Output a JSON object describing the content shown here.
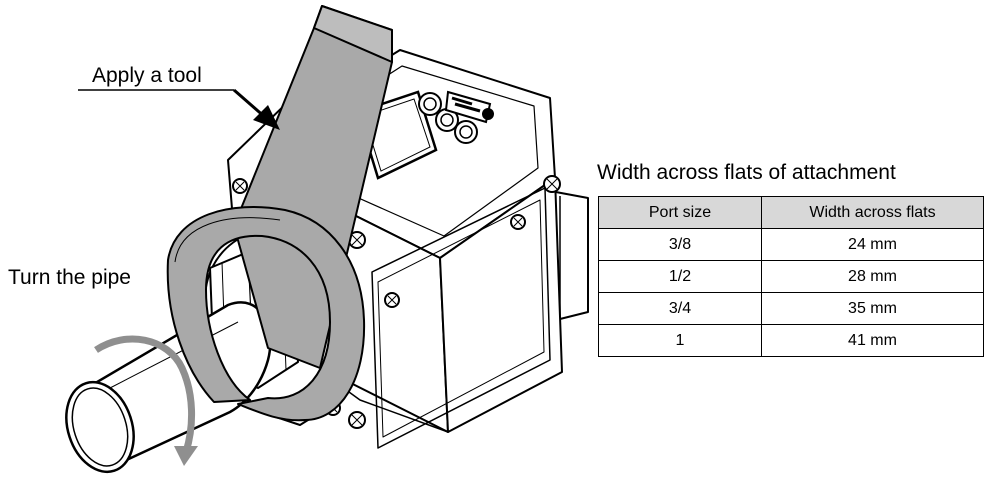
{
  "callouts": {
    "apply_tool": "Apply a tool",
    "turn_pipe": "Turn the pipe"
  },
  "spec_table": {
    "title": "Width across flats of attachment",
    "headers": [
      "Port size",
      "Width across flats"
    ],
    "rows": [
      [
        "3/8",
        "24 mm"
      ],
      [
        "1/2",
        "28 mm"
      ],
      [
        "3/4",
        "35 mm"
      ],
      [
        "1",
        "41 mm"
      ]
    ]
  },
  "colors": {
    "tool_gray": "#a9a9a9",
    "arrow_gray": "#8f8f8f",
    "header_fill": "#d8d8d8",
    "outline": "#000000"
  },
  "icons": {
    "display_buttons": [
      "round-button-icon",
      "round-button-icon",
      "round-button-icon"
    ],
    "logo": "brand-logo-icon",
    "screws": "screw-icon",
    "rotation": "rotate-arrow-icon"
  }
}
